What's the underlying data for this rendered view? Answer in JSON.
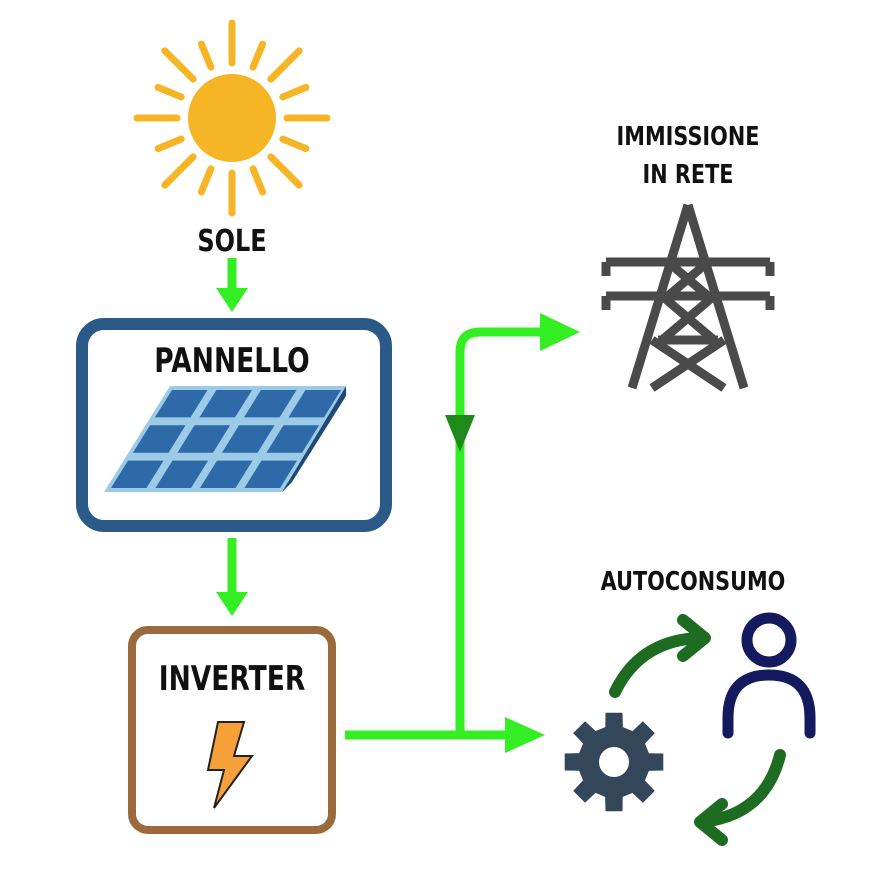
{
  "labels": {
    "sun": "SOLE",
    "panel": "PANNELLO",
    "inverter": "INVERTER",
    "grid_line1": "IMMISSIONE",
    "grid_line2": "IN RETE",
    "self_consumption": "AUTOCONSUMO"
  },
  "icons": [
    "sun-icon",
    "solar-panel-icon",
    "lightning-icon",
    "power-tower-icon",
    "gear-icon",
    "person-icon",
    "cycle-arrow-icon"
  ],
  "colors": {
    "flow_arrow": "#33ee22",
    "flow_arrow_dark": "#1f8a1a",
    "sun": "#f6b524",
    "panel_box": "#2b5a88",
    "inverter_box": "#9a6a3c",
    "tower": "#4a4a4a",
    "gear": "#34475a",
    "person": "#141a5e",
    "cycle_arrow": "#1e6b22"
  }
}
